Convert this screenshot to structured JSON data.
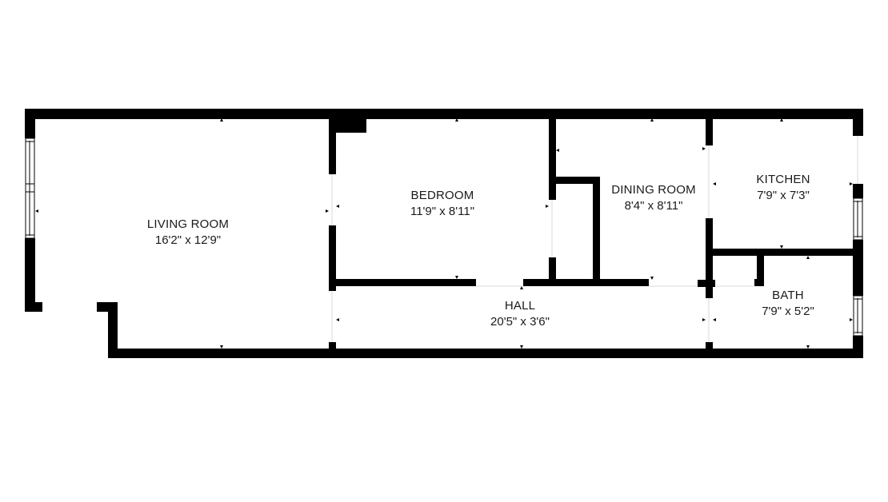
{
  "floorplan": {
    "wall_color": "#000000",
    "background_color": "#ffffff",
    "rooms": [
      {
        "id": "living-room",
        "name": "LIVING ROOM",
        "dimensions": "16'2\" x 12'9\""
      },
      {
        "id": "bedroom",
        "name": "BEDROOM",
        "dimensions": "11'9\" x 8'11\""
      },
      {
        "id": "dining-room",
        "name": "DINING ROOM",
        "dimensions": "8'4\" x 8'11\""
      },
      {
        "id": "kitchen",
        "name": "KITCHEN",
        "dimensions": "7'9\" x 7'3\""
      },
      {
        "id": "hall",
        "name": "HALL",
        "dimensions": "20'5\" x 3'6\""
      },
      {
        "id": "bath",
        "name": "BATH",
        "dimensions": "7'9\" x 5'2\""
      }
    ]
  }
}
